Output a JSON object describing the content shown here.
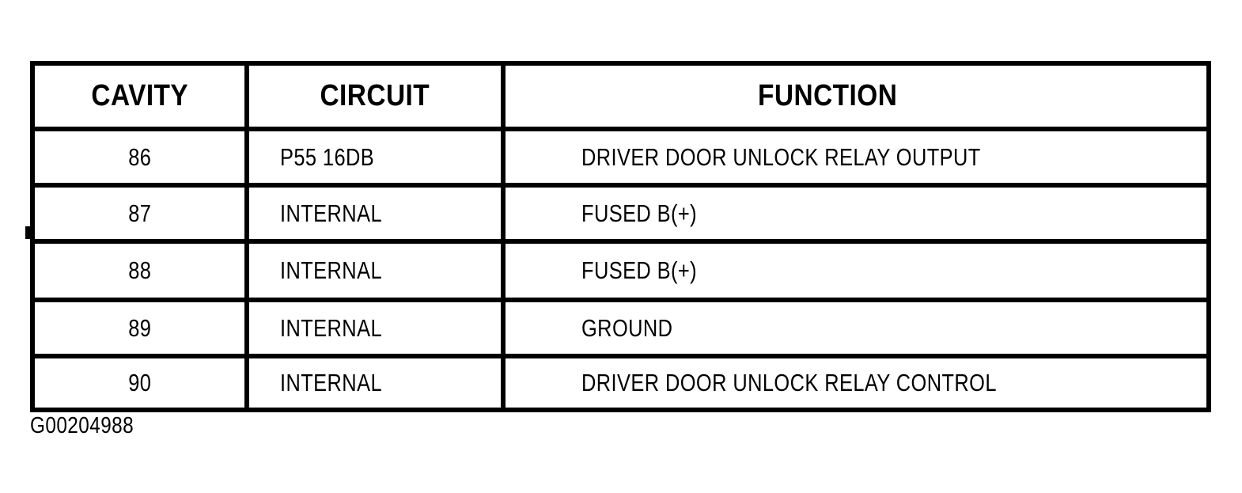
{
  "figure_id": "G00204988",
  "colors": {
    "ink": "#000000",
    "paper": "#ffffff"
  },
  "table": {
    "columns": [
      {
        "key": "cavity",
        "label": "CAVITY"
      },
      {
        "key": "circuit",
        "label": "CIRCUIT"
      },
      {
        "key": "function",
        "label": "FUNCTION"
      }
    ],
    "rows": [
      {
        "cavity": "86",
        "circuit": "P55 16DB",
        "function": "DRIVER DOOR UNLOCK RELAY OUTPUT"
      },
      {
        "cavity": "87",
        "circuit": "INTERNAL",
        "function": "FUSED B(+)"
      },
      {
        "cavity": "88",
        "circuit": "INTERNAL",
        "function": "FUSED B(+)"
      },
      {
        "cavity": "89",
        "circuit": "INTERNAL",
        "function": "GROUND"
      },
      {
        "cavity": "90",
        "circuit": "INTERNAL",
        "function": "DRIVER DOOR UNLOCK RELAY CONTROL"
      }
    ]
  }
}
